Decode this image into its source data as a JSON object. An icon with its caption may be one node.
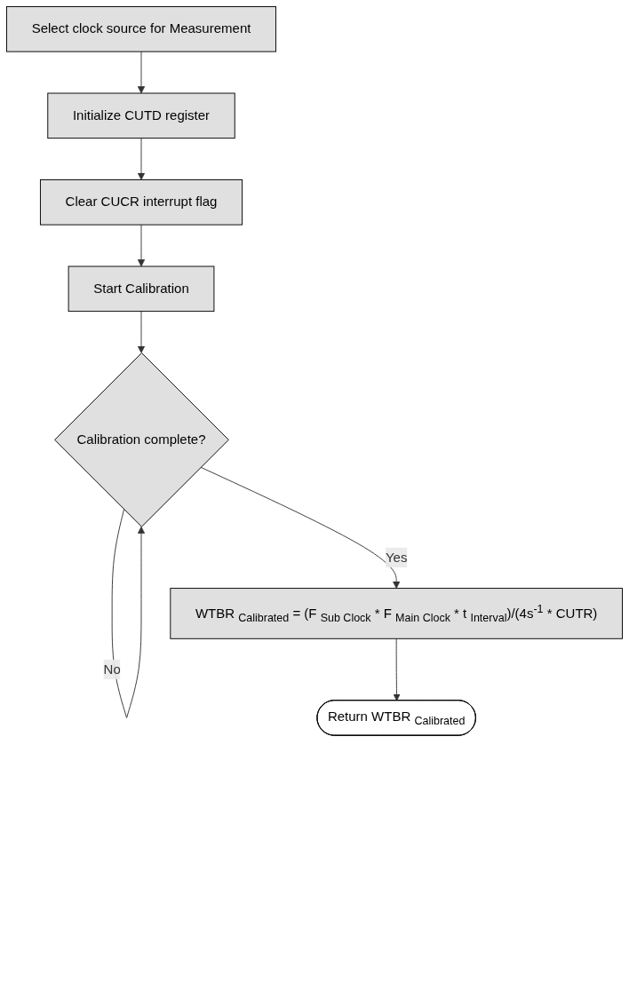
{
  "diagram": {
    "nodes": [
      {
        "text": [
          "Select clock source for Measurement"
        ]
      },
      {
        "text": [
          "Initialize CUTD register"
        ]
      },
      {
        "text": [
          "Clear CUCR interrupt flag"
        ]
      },
      {
        "text": [
          "Start Calibration"
        ]
      },
      {
        "text": [
          "Calibration complete?"
        ]
      },
      {
        "text": [
          "WTBR $_{Calibrated}$ = (F $_{Sub Clock}$ * F $_{Main Clock}$ * t $_{Interval}$)/(4s$^{-1}$ * CUTR)"
        ]
      },
      {
        "text": [
          "Return WTBR $_{Calibrated}$"
        ]
      }
    ],
    "edges": [
      {
        "from": 0,
        "to": 1,
        "arrow": "to"
      },
      {
        "from": 1,
        "to": 2,
        "arrow": "to"
      },
      {
        "from": 2,
        "to": 3,
        "arrow": "to"
      },
      {
        "from": 3,
        "to": 4,
        "arrow": "to"
      },
      {
        "from": 4,
        "to": 4,
        "arrow": "to",
        "label": "No"
      },
      {
        "from": 4,
        "to": 5,
        "arrow": "to",
        "label": "Yes"
      },
      {
        "from": 5,
        "to": 6,
        "arrow": "to"
      }
    ]
  }
}
